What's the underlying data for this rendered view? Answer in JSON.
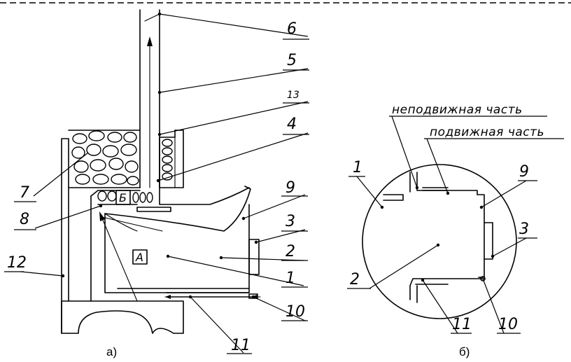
{
  "labels": {
    "n1": "1",
    "n2": "2",
    "n3": "3",
    "n4": "4",
    "n5": "5",
    "n6": "6",
    "n7": "7",
    "n8": "8",
    "n9": "9",
    "n10": "10",
    "n11": "11",
    "n12": "12",
    "n13": "13",
    "box_a": "А",
    "box_b": "Б"
  },
  "right_labels": {
    "n1": "1",
    "n2": "2",
    "n3": "3",
    "n9": "9",
    "n10": "10",
    "n11": "11",
    "fixed": "неподвижная часть",
    "movable": "подвижная часть"
  },
  "captions": {
    "left": "а)",
    "right": "б)"
  }
}
